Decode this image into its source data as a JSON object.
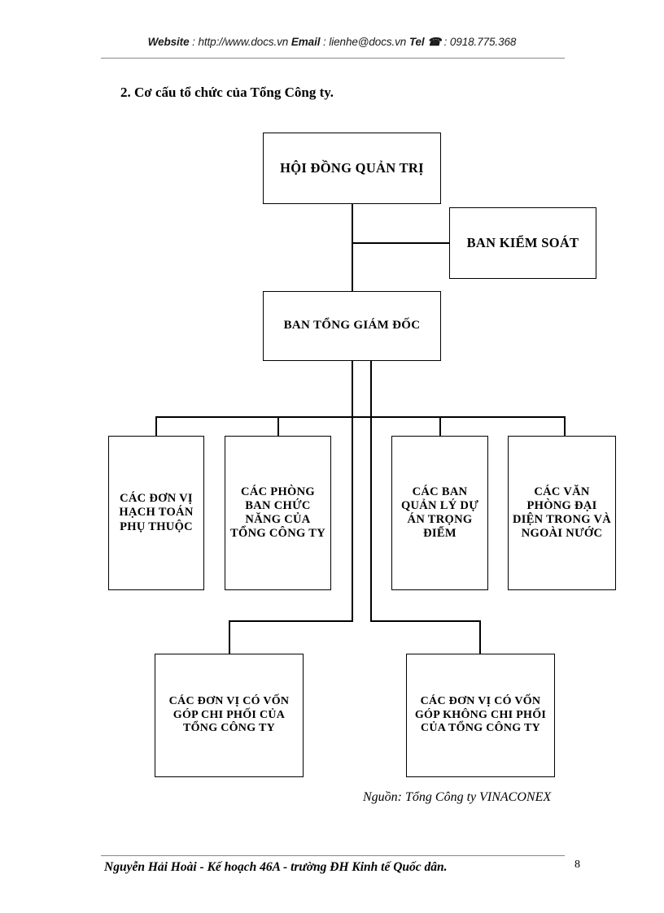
{
  "header": {
    "website_label": "Website",
    "website_sep": " : ",
    "website_url": "http://www.docs.vn",
    "email_label": "Email",
    "email_sep": "  : ",
    "email_value": "lienhe@docs.vn",
    "tel_label": "Tel",
    "tel_icon": "telephone-icon",
    "tel_sep": " : ",
    "tel_value": "0918.775.368"
  },
  "section": {
    "title": "2. Cơ cấu tổ chức của Tổng Công ty."
  },
  "chart_data": {
    "type": "diagram",
    "title": "Cơ cấu tổ chức của Tổng Công ty",
    "nodes": [
      {
        "id": "hdqt",
        "label": "HỘI ĐỒNG QUẢN TRỊ",
        "level": 1
      },
      {
        "id": "bks",
        "label": "BAN KIỂM SOÁT",
        "level": 1
      },
      {
        "id": "btgd",
        "label": "BAN TỔNG GIÁM ĐỐC",
        "level": 2
      },
      {
        "id": "donvi_hach",
        "label": "CÁC ĐƠN VỊ HẠCH TOÁN PHỤ THUỘC",
        "level": 3
      },
      {
        "id": "phongban",
        "label": "CÁC PHÒNG BAN CHỨC NĂNG CỦA TỔNG CÔNG TY",
        "level": 3
      },
      {
        "id": "banqlda",
        "label": "CÁC BAN QUẢN LÝ DỰ ÁN TRỌNG ĐIỂM",
        "level": 3
      },
      {
        "id": "vanphong",
        "label": "CÁC VĂN PHÒNG ĐẠI DIỆN TRONG VÀ NGOÀI NƯỚC",
        "level": 3
      },
      {
        "id": "von_chi",
        "label": "CÁC ĐƠN VỊ CÓ VỐN GÓP CHI PHỐI CỦA TỔNG CÔNG TY",
        "level": 4
      },
      {
        "id": "von_khong",
        "label": "CÁC ĐƠN VỊ CÓ VỐN GÓP KHÔNG CHI PHỐI CỦA TỔNG CÔNG TY",
        "level": 4
      }
    ],
    "edges": [
      {
        "from": "hdqt",
        "to": "bks"
      },
      {
        "from": "hdqt",
        "to": "btgd"
      },
      {
        "from": "btgd",
        "to": "donvi_hach"
      },
      {
        "from": "btgd",
        "to": "phongban"
      },
      {
        "from": "btgd",
        "to": "banqlda"
      },
      {
        "from": "btgd",
        "to": "vanphong"
      },
      {
        "from": "btgd",
        "to": "von_chi"
      },
      {
        "from": "btgd",
        "to": "von_khong"
      }
    ]
  },
  "source": {
    "note": "Nguồn: Tổng Công ty VINACONEX"
  },
  "footer": {
    "text": "Nguyễn Hải Hoài - Kế hoạch 46A - trường ĐH Kinh tế Quốc dân.",
    "page": "8"
  }
}
